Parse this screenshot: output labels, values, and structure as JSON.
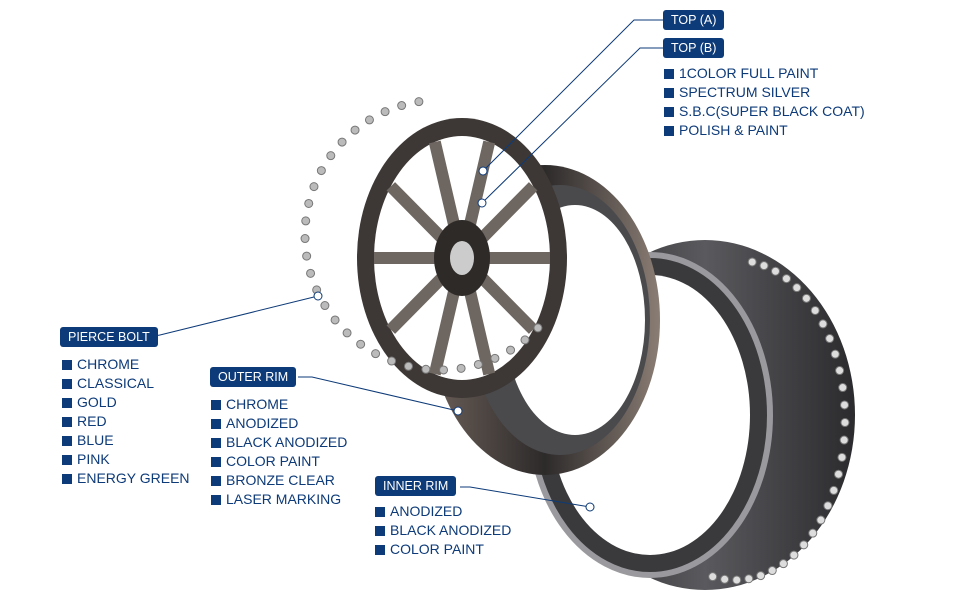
{
  "accent": "#0d3a78",
  "parts": {
    "top_a": {
      "label": "TOP (A)"
    },
    "top_b": {
      "label": "TOP (B)",
      "options": [
        "1COLOR FULL PAINT",
        "SPECTRUM SILVER",
        "S.B.C(SUPER BLACK COAT)",
        "POLISH & PAINT"
      ]
    },
    "pierce_bolt": {
      "label": "PIERCE BOLT",
      "options": [
        "CHROME",
        "CLASSICAL",
        "GOLD",
        "RED",
        "BLUE",
        "PINK",
        "ENERGY GREEN"
      ]
    },
    "outer_rim": {
      "label": "OUTER RIM",
      "options": [
        "CHROME",
        "ANODIZED",
        "BLACK ANODIZED",
        "COLOR PAINT",
        "BRONZE CLEAR",
        "LASER MARKING"
      ]
    },
    "inner_rim": {
      "label": "INNER RIM",
      "options": [
        "ANODIZED",
        "BLACK ANODIZED",
        "COLOR PAINT"
      ]
    }
  }
}
